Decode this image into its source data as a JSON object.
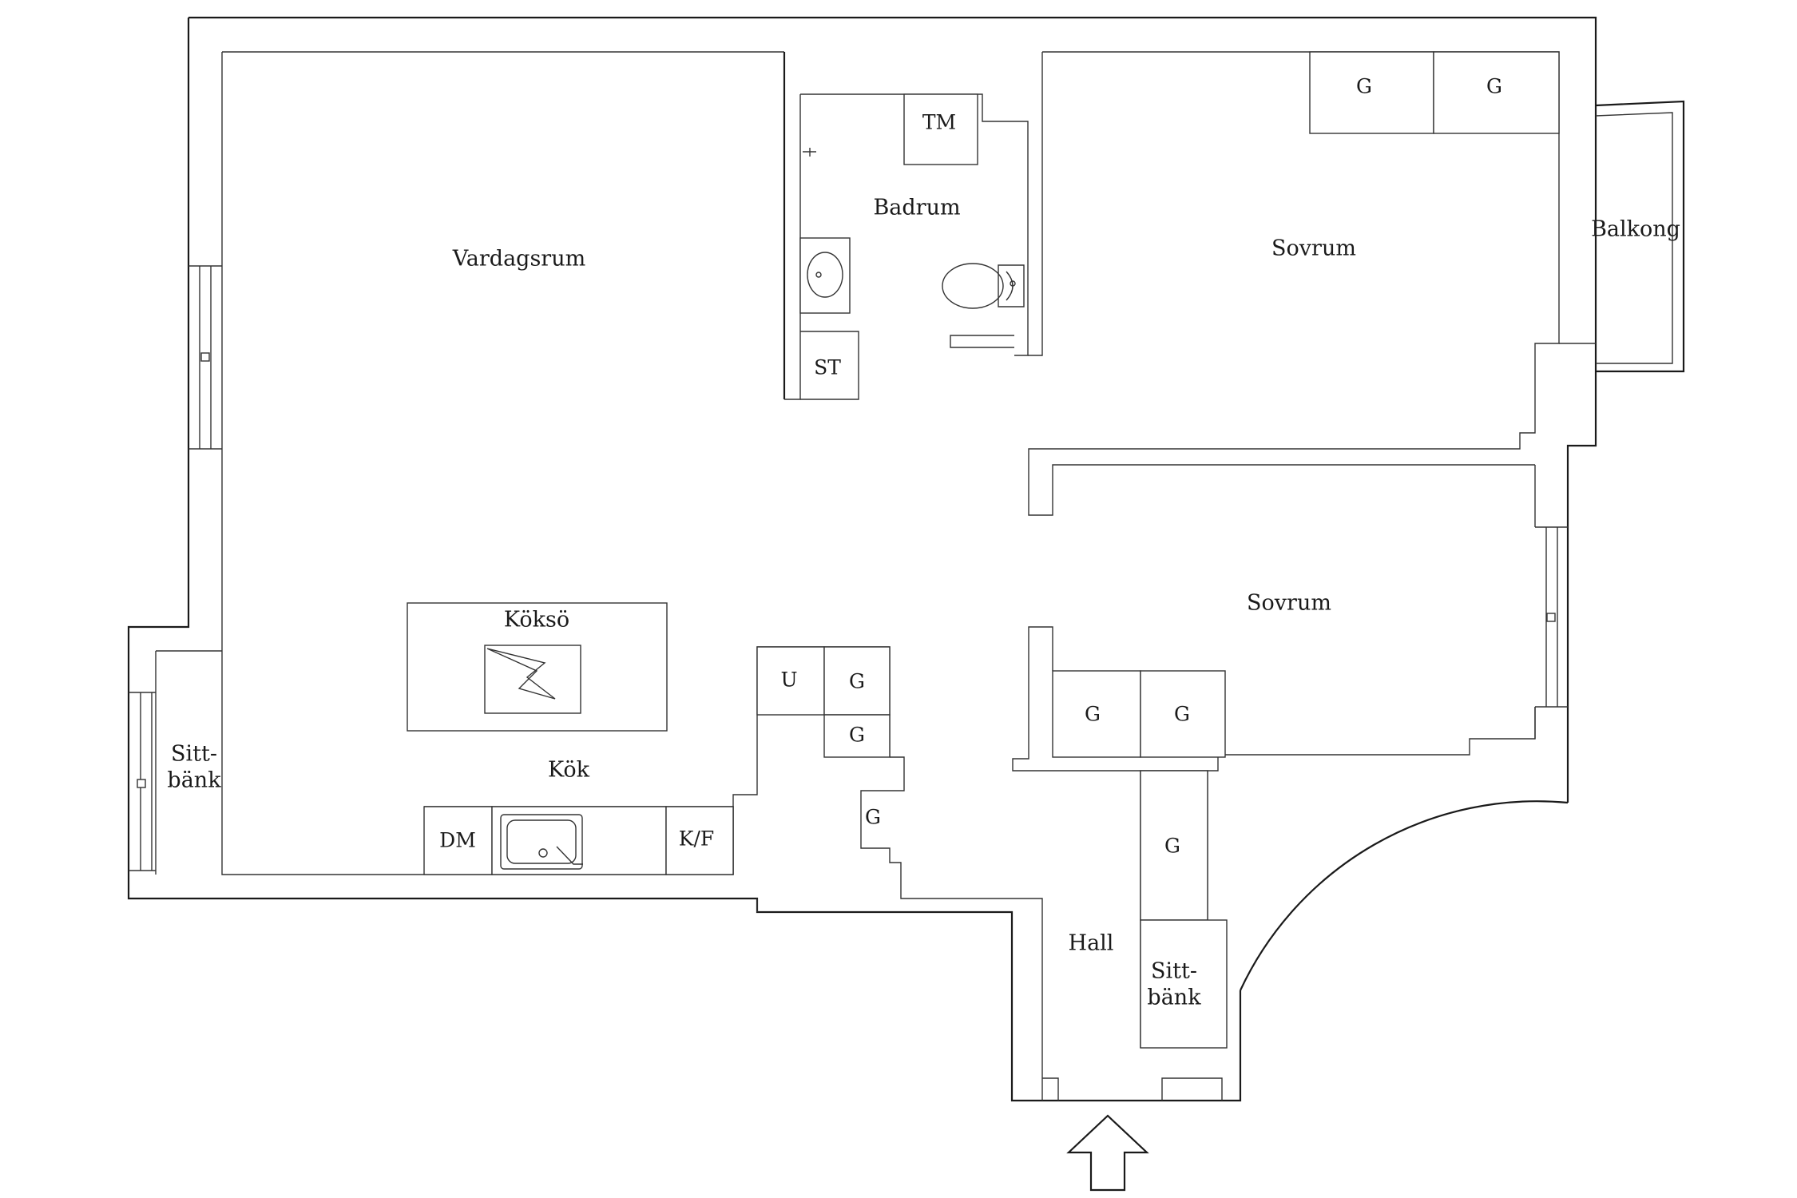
{
  "plan": {
    "rooms": {
      "vardagsrum": "Vardagsrum",
      "badrum": "Badrum",
      "sovrum_1": "Sovrum",
      "balkong": "Balkong",
      "sovrum_2": "Sovrum",
      "kok": "Kök",
      "kokso": "Köksö",
      "hall": "Hall"
    },
    "fixtures": {
      "tm": "TM",
      "st": "ST",
      "dm": "DM",
      "kf": "K/F",
      "u": "U",
      "g": "G",
      "sittbank_line1": "Sitt-",
      "sittbank_line2": "bänk"
    },
    "icons": [
      "entrance-arrow-icon",
      "sink-icon",
      "toilet-icon",
      "washbasin-icon",
      "cooktop-icon",
      "window-icon",
      "door-swing-icon"
    ],
    "colors": {
      "lines": "#1a1a1a",
      "background": "#ffffff"
    }
  }
}
